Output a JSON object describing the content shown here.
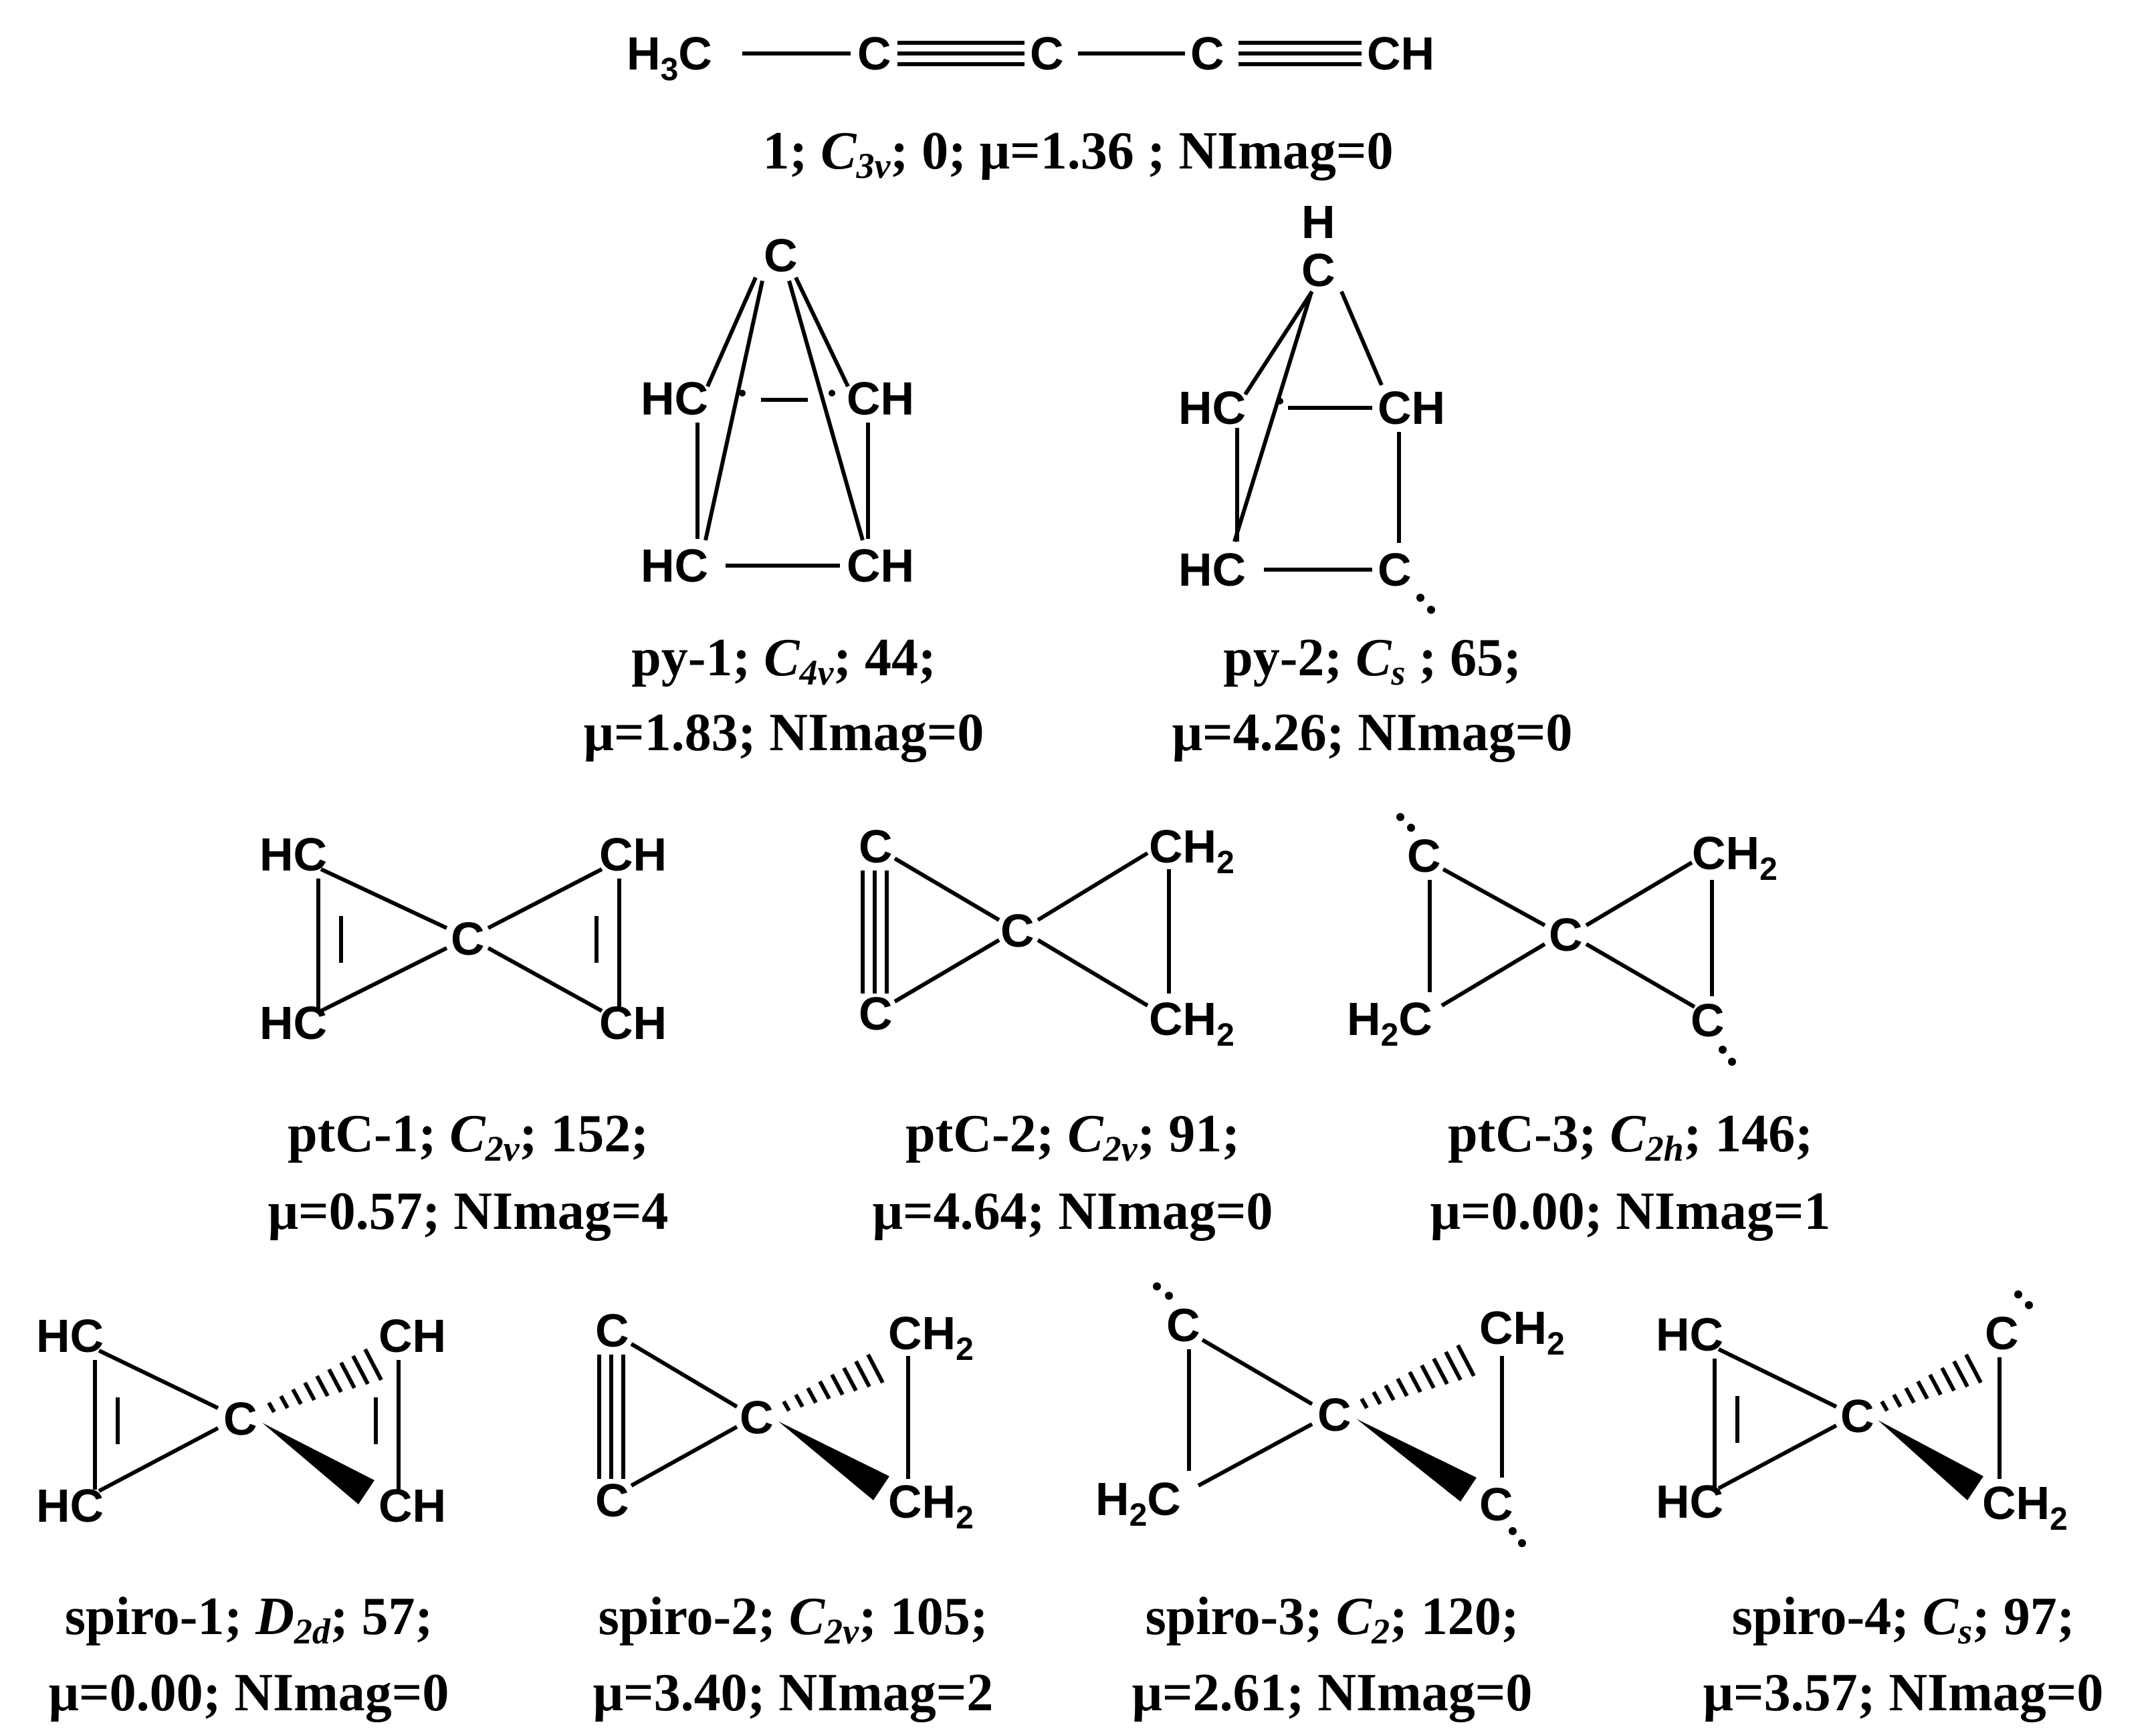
{
  "molecules": [
    {
      "id": "1",
      "caption_line1": {
        "name": "1;",
        "sym": "C",
        "sub": "3v",
        "rest": "; 0; μ=1.36 ; NImag=0"
      }
    },
    {
      "id": "py-1",
      "caption_line1": {
        "name": "py-1;",
        "sym": "C",
        "sub": "4v",
        "rest": "; 44;"
      },
      "caption_line2": "μ=1.83; NImag=0"
    },
    {
      "id": "py-2",
      "caption_line1": {
        "name": "py-2;",
        "sym": "C",
        "sub": "s",
        "rest": " ; 65;"
      },
      "caption_line2": "μ=4.26; NImag=0"
    },
    {
      "id": "ptC-1",
      "caption_line1": {
        "name": "ptC-1;",
        "sym": "C",
        "sub": "2v",
        "rest": "; 152;"
      },
      "caption_line2": "μ=0.57; NImag=4"
    },
    {
      "id": "ptC-2",
      "caption_line1": {
        "name": "ptC-2;",
        "sym": "C",
        "sub": "2v",
        "rest": "; 91;"
      },
      "caption_line2": "μ=4.64; NImag=0"
    },
    {
      "id": "ptC-3",
      "caption_line1": {
        "name": "ptC-3;",
        "sym": "C",
        "sub": "2h",
        "rest": "; 146;"
      },
      "caption_line2": "μ=0.00; NImag=1"
    },
    {
      "id": "spiro-1",
      "caption_line1": {
        "name": "spiro-1;",
        "sym": "D",
        "sub": "2d",
        "rest": "; 57;"
      },
      "caption_line2": "μ=0.00; NImag=0"
    },
    {
      "id": "spiro-2",
      "caption_line1": {
        "name": "spiro-2;",
        "sym": "C",
        "sub": "2v",
        "rest": "; 105;"
      },
      "caption_line2": "μ=3.40; NImag=2"
    },
    {
      "id": "spiro-3",
      "caption_line1": {
        "name": "spiro-3;",
        "sym": "C",
        "sub": "2",
        "rest": "; 120;"
      },
      "caption_line2": "μ=2.61; NImag=0"
    },
    {
      "id": "spiro-4",
      "caption_line1": {
        "name": "spiro-4;",
        "sym": "C",
        "sub": "s",
        "rest": "; 97;"
      },
      "caption_line2": "μ=3.57; NImag=0"
    }
  ],
  "atom_labels": {
    "C": "C",
    "H": "H",
    "HC": "HC",
    "CH": "CH",
    "H3C_H": "H",
    "H3C_3": "3",
    "H3C_C": "C",
    "CH2_CH": "CH",
    "CH2_2": "2",
    "H2C_H": "H",
    "H2C_2": "2",
    "H2C_C": "C"
  }
}
